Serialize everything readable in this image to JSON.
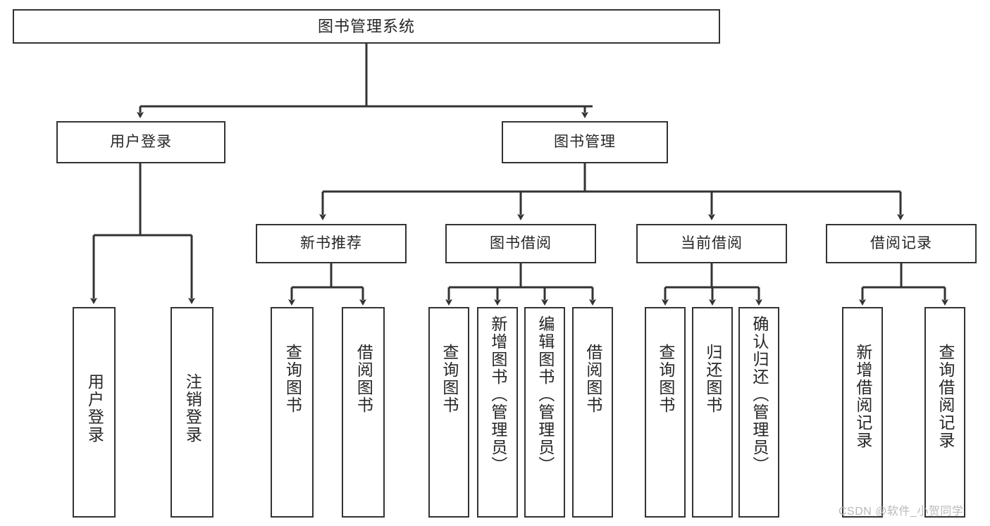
{
  "diagram": {
    "type": "tree",
    "title": "图书管理系统",
    "watermark": "CSDN @软件_小贺同学",
    "colors": {
      "node_border": "#333333",
      "node_fill": "#ffffff",
      "edge": "#333333",
      "text": "#262626",
      "watermark": "#b9b9b9"
    },
    "nodes": {
      "root": {
        "label": "图书管理系统"
      },
      "level2": [
        {
          "label": "用户登录"
        },
        {
          "label": "图书管理"
        }
      ],
      "level3": [
        {
          "label": "新书推荐"
        },
        {
          "label": "图书借阅"
        },
        {
          "label": "当前借阅"
        },
        {
          "label": "借阅记录"
        }
      ],
      "leaves": {
        "user_login": [
          {
            "label": "用户登录"
          },
          {
            "label": "注销登录"
          }
        ],
        "new_book_recommend": [
          {
            "label": "查询图书"
          },
          {
            "label": "借阅图书"
          }
        ],
        "book_borrow": [
          {
            "label": "查询图书"
          },
          {
            "label": "新增图书（管理员）"
          },
          {
            "label": "编辑图书（管理员）"
          },
          {
            "label": "借阅图书"
          }
        ],
        "current_borrow": [
          {
            "label": "查询图书"
          },
          {
            "label": "归还图书"
          },
          {
            "label": "确认归还（管理员）"
          }
        ],
        "borrow_record": [
          {
            "label": "新增借阅记录"
          },
          {
            "label": "查询借阅记录"
          }
        ]
      }
    }
  }
}
